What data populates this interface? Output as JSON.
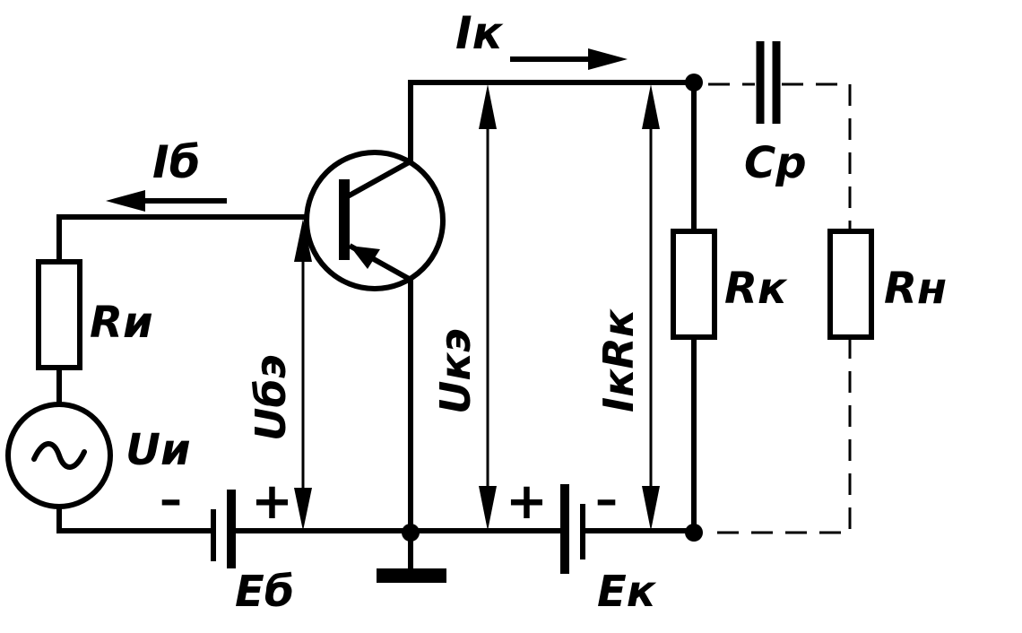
{
  "labels": {
    "i_b": "Iб",
    "i_k": "Iк",
    "r_i": "Rи",
    "u_i": "Uи",
    "u_be": "Uбэ",
    "u_ke": "Uкэ",
    "ik_rk": "IкRк",
    "r_k": "Rк",
    "r_n": "Rн",
    "c_r": "Cр",
    "e_b": "Eб",
    "e_k": "Eк"
  },
  "polarity": {
    "eb_minus": "–",
    "eb_plus": "+",
    "ek_plus": "+",
    "ek_minus": "–"
  },
  "colors": {
    "ink": "#000000",
    "paper": "#ffffff"
  }
}
